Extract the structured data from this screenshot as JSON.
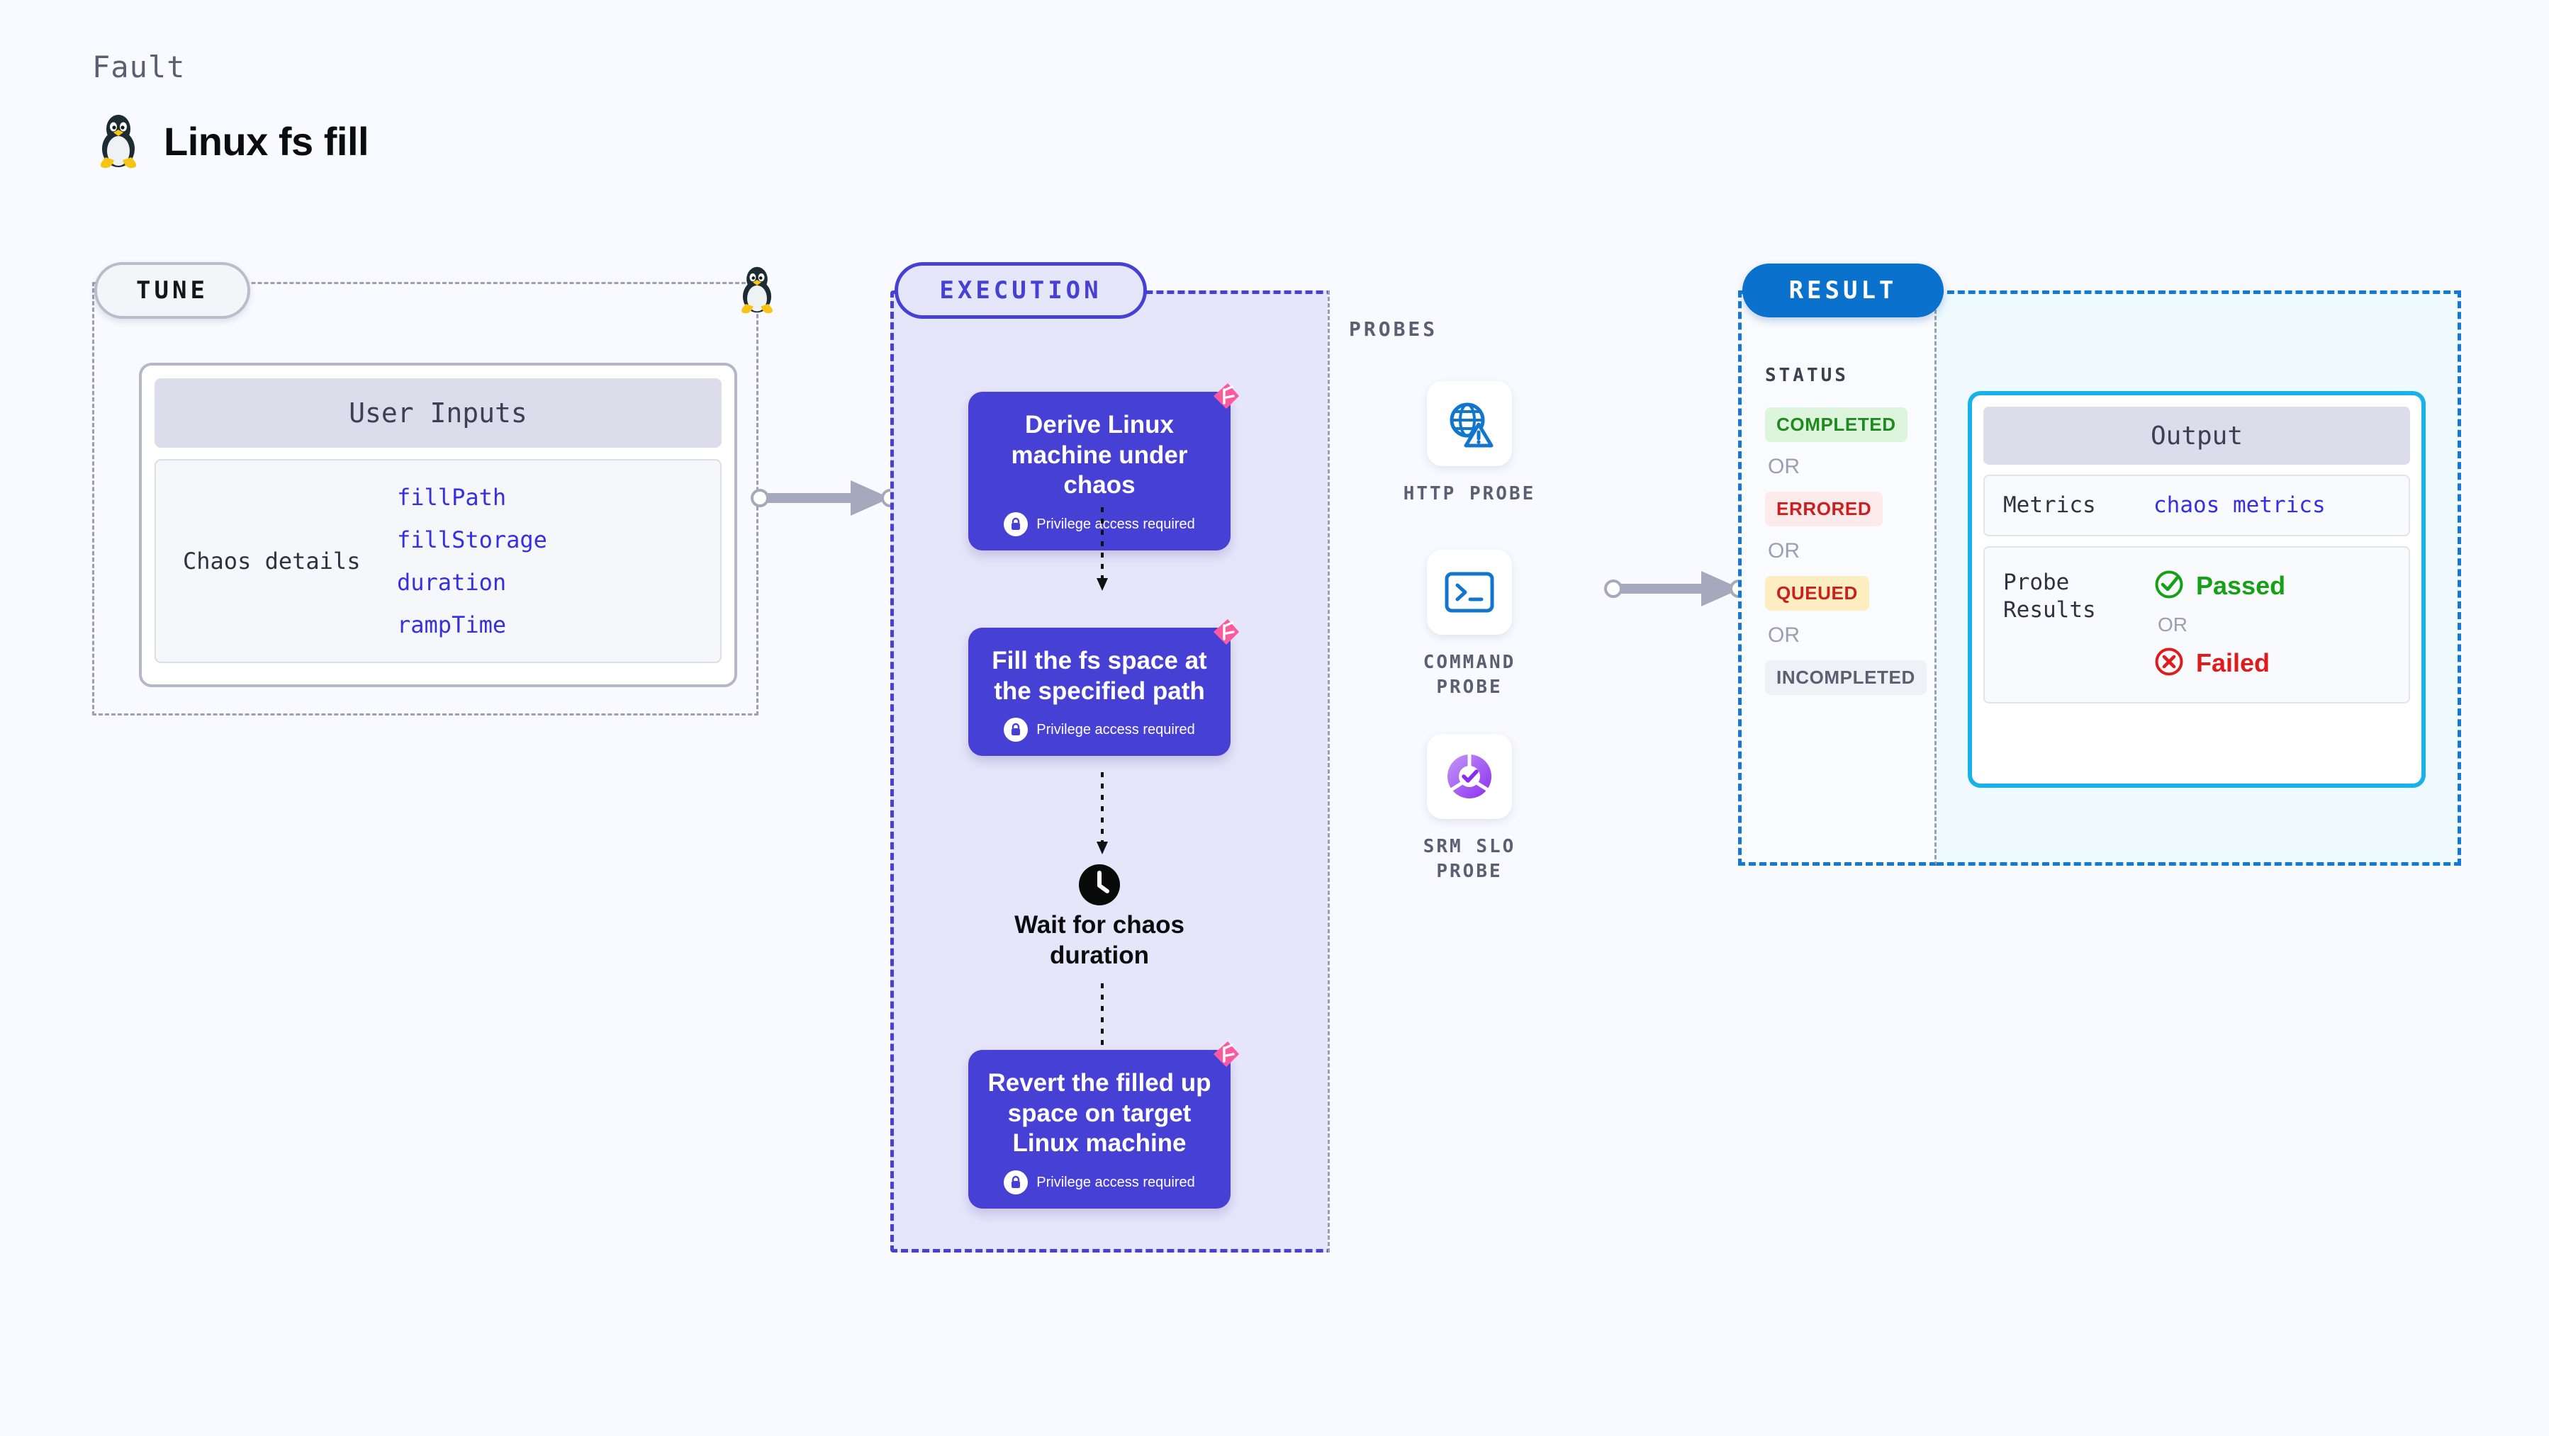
{
  "header": {
    "kicker": "Fault",
    "title": "Linux fs fill",
    "icon": "tux-penguin-icon"
  },
  "tune": {
    "badge": "TUNE",
    "card_header": "User Inputs",
    "group_label": "Chaos details",
    "params": [
      "fillPath",
      "fillStorage",
      "duration",
      "rampTime"
    ]
  },
  "execution": {
    "badge": "EXECUTION",
    "privilege_note": "Privilege access required",
    "steps": [
      {
        "title": "Derive Linux machine under chaos",
        "privileged": "Privilege access required",
        "flag": "fault-flag-icon"
      },
      {
        "title": "Fill the fs space at the specified path",
        "privileged": "Privilege access required",
        "flag": "fault-flag-icon"
      },
      {
        "title": "Revert the filled up space on target Linux machine",
        "privileged": "Privilege access required",
        "flag": "fault-flag-icon"
      }
    ],
    "wait_node": {
      "label": "Wait for chaos duration",
      "icon": "clock-icon"
    }
  },
  "probes": {
    "title": "PROBES",
    "items": [
      {
        "label": "HTTP PROBE",
        "icon": "globe-warning-icon"
      },
      {
        "label": "COMMAND PROBE",
        "icon": "terminal-icon"
      },
      {
        "label": "SRM SLO PROBE",
        "icon": "slo-donut-check-icon"
      }
    ]
  },
  "result": {
    "badge": "RESULT",
    "status_title": "STATUS",
    "or_label": "OR",
    "statuses": [
      {
        "label": "COMPLETED",
        "bg": "#dcf5dc",
        "fg": "#1f8a1f"
      },
      {
        "label": "ERRORED",
        "bg": "#fdeaea",
        "fg": "#cc2020"
      },
      {
        "label": "QUEUED",
        "bg": "#fdeec2",
        "fg": "#cc2020"
      },
      {
        "label": "INCOMPLETED",
        "bg": "#f0f1f6",
        "fg": "#5a6072"
      }
    ],
    "output": {
      "header": "Output",
      "metrics_key": "Metrics",
      "metrics_value": "chaos metrics",
      "probe_results_key": "Probe\nResults",
      "passed_label": "Passed",
      "failed_label": "Failed",
      "or_label": "OR",
      "passed_icon": "check-circle-icon",
      "failed_icon": "x-circle-icon"
    }
  },
  "colors": {
    "background": "#f9faff",
    "execution_purple": "#4740d4",
    "execution_fill": "#e6e6fb",
    "result_blue": "#1578d4",
    "result_badge_blue": "#0a71cc",
    "output_cyan": "#17b2e8",
    "output_fill": "#eefaff",
    "param_blue": "#3730e0",
    "flag_pink": "#fb5a9e",
    "connector_gray": "#a6a9bb",
    "probe_icon_blue": "#1277cc"
  }
}
